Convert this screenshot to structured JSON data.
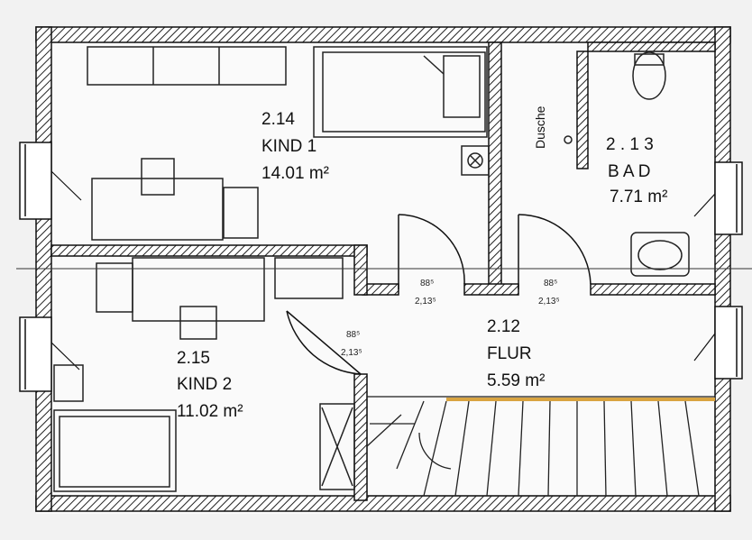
{
  "rooms": {
    "kind1": {
      "number": "2.14",
      "name": "KIND 1",
      "area": "14.01 m²"
    },
    "bad": {
      "number": "2 . 1 3",
      "name": "B A D",
      "area": "7.71 m²"
    },
    "kind2": {
      "number": "2.15",
      "name": "KIND 2",
      "area": "11.02 m²"
    },
    "flur": {
      "number": "2.12",
      "name": "FLUR",
      "area": "5.59 m²"
    }
  },
  "labels": {
    "shower": "Dusche"
  },
  "doors": [
    {
      "width": "88⁵",
      "height": "2,13⁵"
    },
    {
      "width": "88⁵",
      "height": "2,13⁵"
    },
    {
      "width": "88⁵",
      "height": "2,13⁵"
    }
  ],
  "colors": {
    "wall_hatch": "#222222",
    "stair_line": "#d9a441",
    "background": "#f2f2f2"
  }
}
